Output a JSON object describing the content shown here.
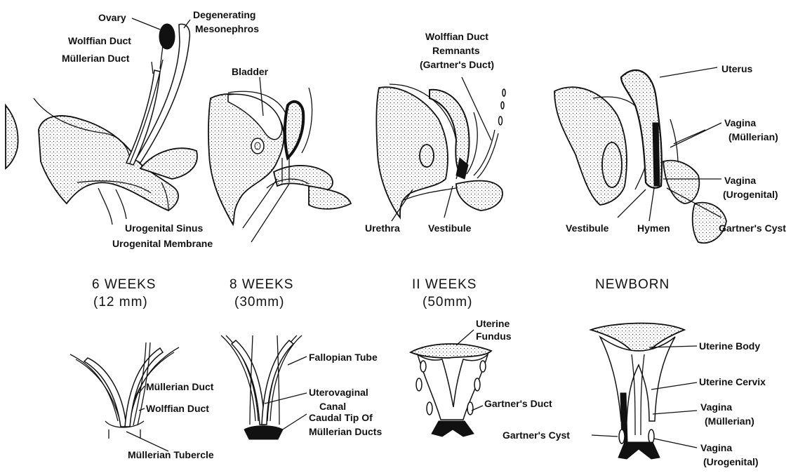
{
  "stages": [
    {
      "label": "6 WEEKS",
      "size": "(12 mm)"
    },
    {
      "label": "8 WEEKS",
      "size": "(30mm)"
    },
    {
      "label": "II WEEKS",
      "size": "(50mm)"
    },
    {
      "label": "NEWBORN",
      "size": ""
    }
  ],
  "labels_top": {
    "ovary": "Ovary",
    "degenerating_1": "Degenerating",
    "degenerating_2": "Mesonephros",
    "wolffian_duct": "Wolffian Duct",
    "mullerian_duct": "Müllerian Duct",
    "bladder": "Bladder",
    "urogenital_sinus": "Urogenital Sinus",
    "urogenital_membrane": "Urogenital Membrane",
    "wolffian_remnants_1": "Wolffian Duct",
    "wolffian_remnants_2": "Remnants",
    "wolffian_remnants_3": "(Gartner's Duct)",
    "urethra": "Urethra",
    "vestibule_11": "Vestibule",
    "uterus": "Uterus",
    "vagina_mullerian_1": "Vagina",
    "vagina_mullerian_2": "(Müllerian)",
    "vagina_urogenital_1": "Vagina",
    "vagina_urogenital_2": "(Urogenital)",
    "vestibule_nb": "Vestibule",
    "hymen": "Hymen",
    "gartners_cyst": "Gartner's Cyst"
  },
  "labels_bottom": {
    "mullerian_duct": "Müllerian Duct",
    "wolffian_duct": "Wolffian Duct",
    "mullerian_tubercle": "Müllerian Tubercle",
    "fallopian_tube": "Fallopian Tube",
    "uterovaginal_1": "Uterovaginal",
    "uterovaginal_2": "Canal",
    "caudal_1": "Caudal Tip Of",
    "caudal_2": "Müllerian Ducts",
    "uterine_fundus_1": "Uterine",
    "uterine_fundus_2": "Fundus",
    "gartners_duct": "Gartner's Duct",
    "uterine_body": "Uterine Body",
    "uterine_cervix": "Uterine Cervix",
    "vagina_mullerian_1": "Vagina",
    "vagina_mullerian_2": "(Müllerian)",
    "gartners_cyst": "Gartner's Cyst",
    "vagina_urogenital_1": "Vagina",
    "vagina_urogenital_2": "(Urogenital)"
  }
}
